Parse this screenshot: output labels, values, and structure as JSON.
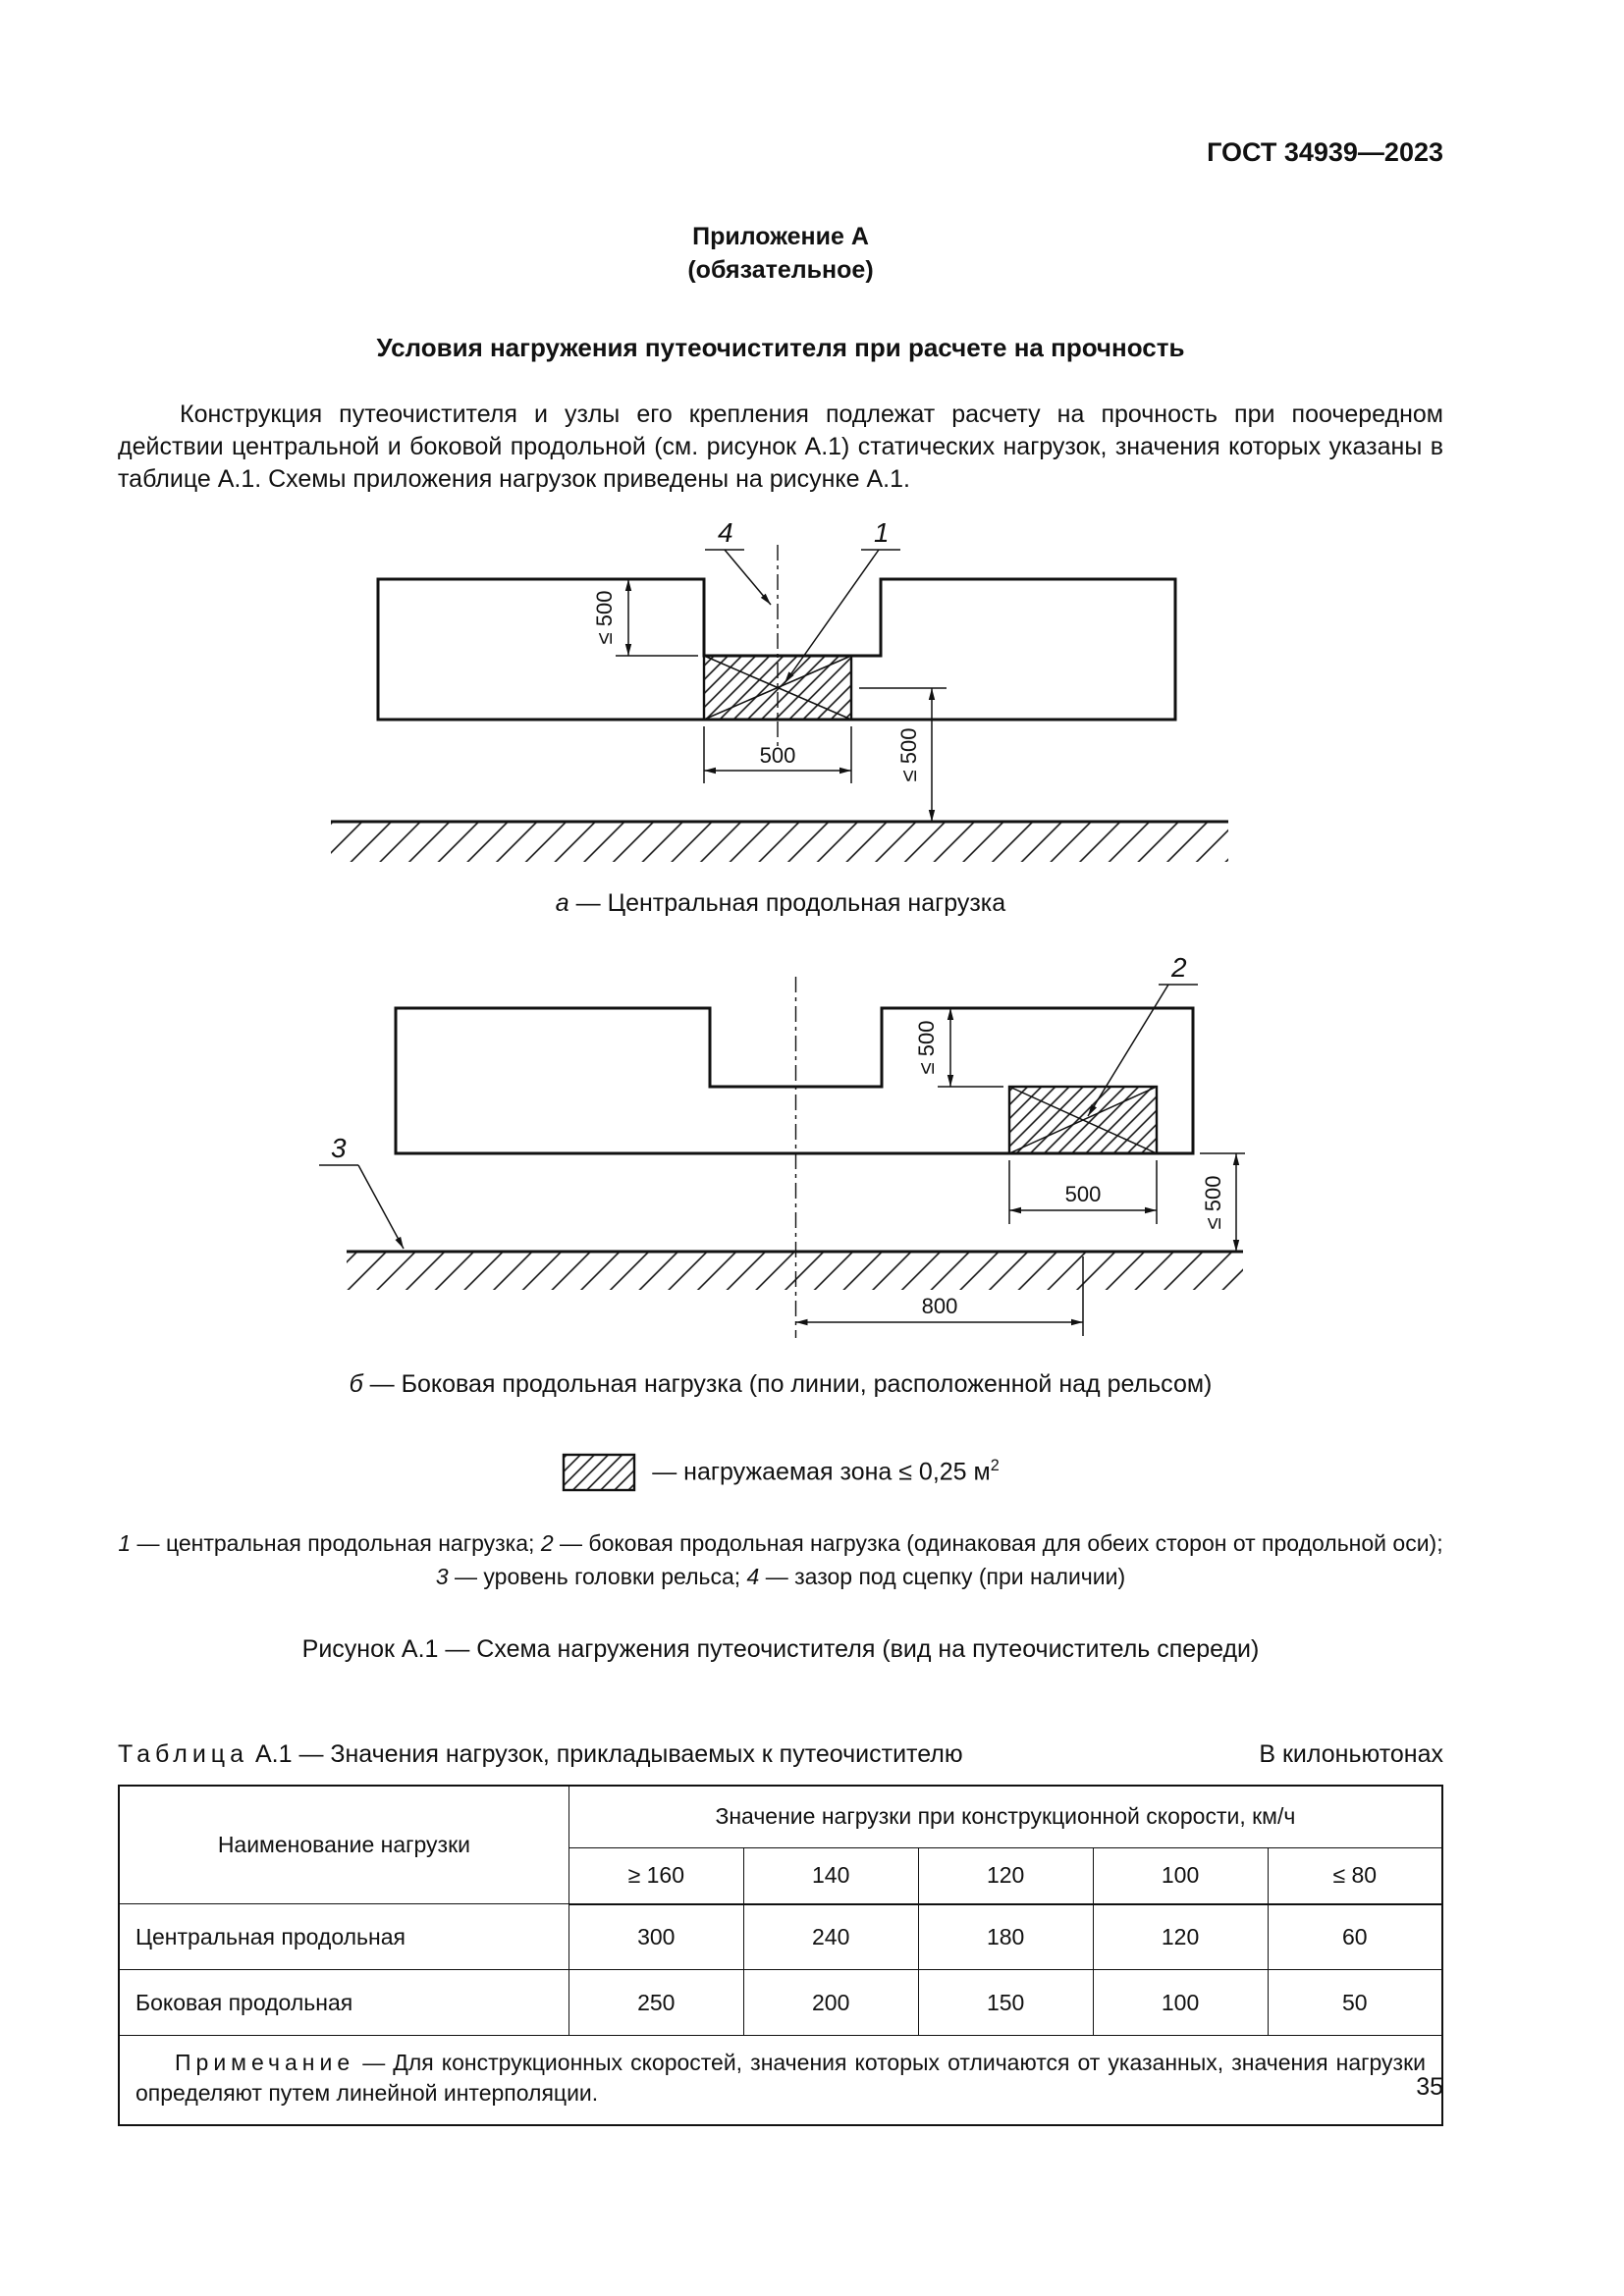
{
  "page": {
    "header": "ГОСТ 34939—2023",
    "number": "35"
  },
  "appendix": {
    "title": "Приложение А",
    "subtitle": "(обязательное)"
  },
  "section_title": "Условия нагружения путеочистителя при расчете на прочность",
  "paragraph": "Конструкция путеочистителя и узлы его крепления подлежат расчету на прочность при поочередном действии центральной и боковой продольной (см. рисунок А.1) статических нагрузок, значения которых указаны в таблице А.1. Схемы приложения нагрузок приведены на рисунке А.1.",
  "figure": {
    "diagram_a": {
      "pos1": "1",
      "pos4": "4",
      "dim_left": "≤ 500",
      "dim_width": "500",
      "dim_right": "≤ 500",
      "caption_letter": "а",
      "caption_text": "— Центральная продольная нагрузка"
    },
    "diagram_b": {
      "pos2": "2",
      "pos3": "3",
      "dim_upper": "≤ 500",
      "dim_width": "500",
      "dim_right": "≤ 500",
      "dim_offset": "800",
      "caption_letter": "б",
      "caption_text": "— Боковая продольная нагрузка (по линии, расположенной над рельсом)"
    },
    "legend_text": "— нагружаемая зона ≤ 0,25 м",
    "legend_sup": "2",
    "footnote1": [
      {
        "i": "1"
      },
      {
        "t": " — центральная продольная нагрузка; "
      },
      {
        "i": "2"
      },
      {
        "t": " — боковая продольная нагрузка (одинаковая для обеих сторон от продольной оси);"
      }
    ],
    "footnote2": [
      {
        "i": "3"
      },
      {
        "t": " — уровень головки рельса; "
      },
      {
        "i": "4"
      },
      {
        "t": " — зазор под сцепку (при наличии)"
      }
    ],
    "caption": "Рисунок А.1 — Схема нагружения путеочистителя (вид на путеочиститель спереди)"
  },
  "table": {
    "word_table": "Таблица",
    "title_rest": "А.1 — Значения нагрузок, прикладываемых к путеочистителю",
    "units": "В килоньютонах",
    "col_name_header": "Наименование нагрузки",
    "group_header": "Значение нагрузки при конструкционной скорости, км/ч",
    "speed_headers": [
      "≥ 160",
      "140",
      "120",
      "100",
      "≤ 80"
    ],
    "rows": [
      {
        "name": "Центральная продольная",
        "values": [
          "300",
          "240",
          "180",
          "120",
          "60"
        ]
      },
      {
        "name": "Боковая продольная",
        "values": [
          "250",
          "200",
          "150",
          "100",
          "50"
        ]
      }
    ],
    "note_label": "Примечание",
    "note_text": " — Для конструкционных скоростей, значения которых отличаются от указанных, значения нагрузки определяют путем линейной интерполяции."
  }
}
